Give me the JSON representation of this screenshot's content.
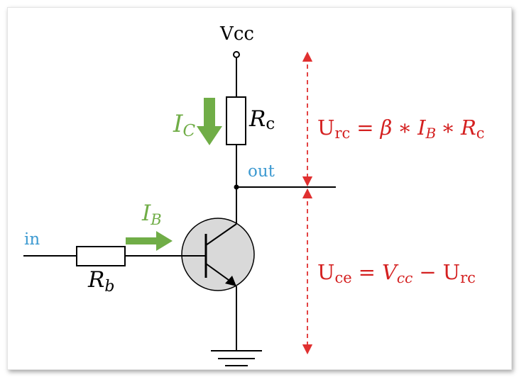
{
  "labels": {
    "vcc": "Vcc",
    "out": "out",
    "in": "in",
    "rc": {
      "main": "R",
      "sub": "c"
    },
    "rb": {
      "main": "R",
      "sub": "b"
    },
    "ic": {
      "main": "I",
      "sub": "C"
    },
    "ib": {
      "main": "I",
      "sub": "B"
    }
  },
  "equations": {
    "urc": {
      "lhs_main": "U",
      "lhs_sub": "rc",
      "eq": "=",
      "beta": "β",
      "op1": "∗",
      "ib_main": "I",
      "ib_sub": "B",
      "op2": "∗",
      "rc_main": "R",
      "rc_sub": "c"
    },
    "uce": {
      "lhs_main": "U",
      "lhs_sub": "ce",
      "eq": "=",
      "v_main": "V",
      "v_sub": "cc",
      "minus": "−",
      "u_main": "U",
      "u_sub": "rc"
    }
  },
  "colors": {
    "wire": "#000000",
    "green": "#70ad47",
    "label_blue": "#3d9ad1",
    "equation_red": "#d42020",
    "arrow_red": "#e03030",
    "transistor_fill": "#d9d9d9"
  }
}
